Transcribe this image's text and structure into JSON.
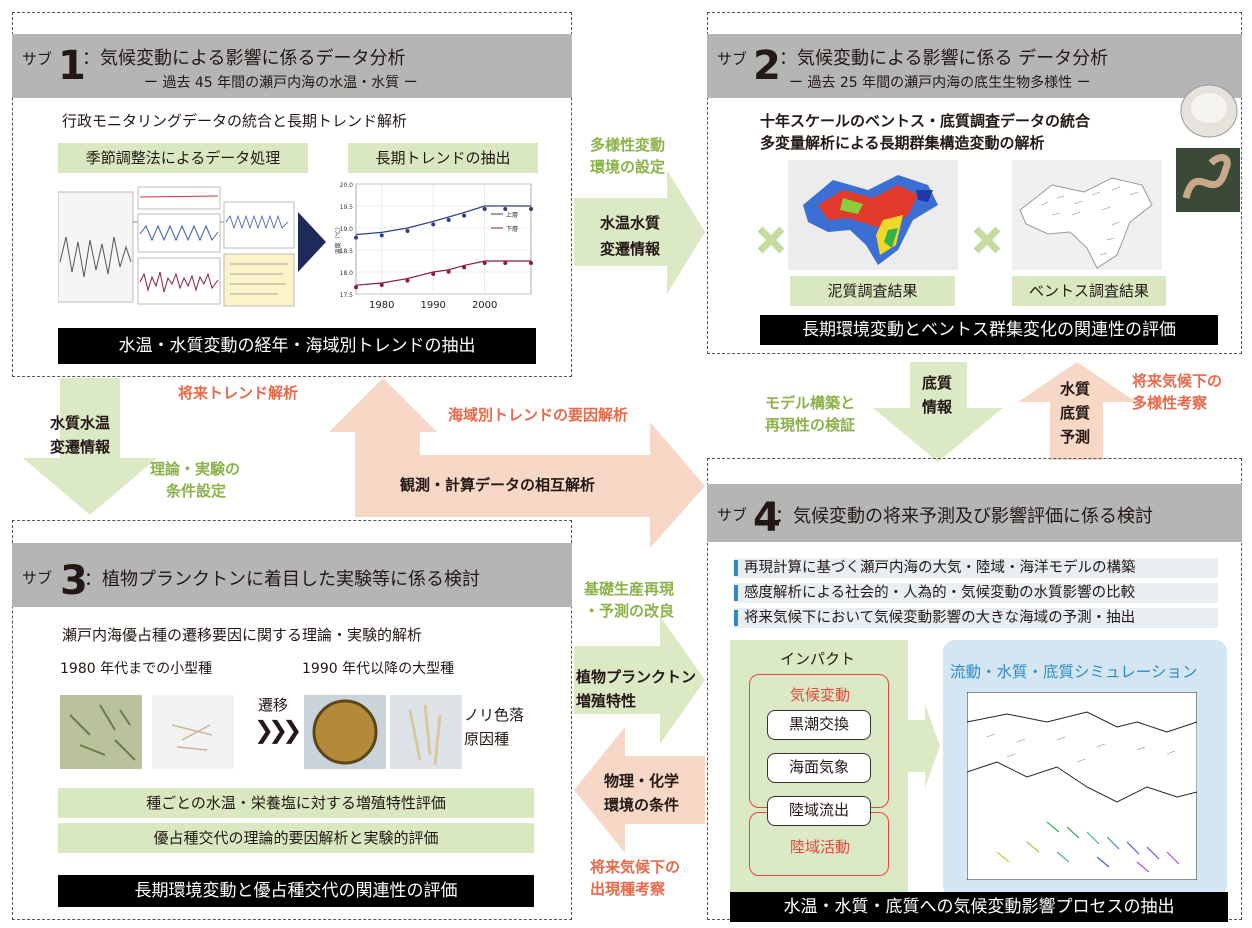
{
  "sub_prefix": "サブ",
  "sub1": {
    "num": "1",
    "title": "：気候変動による影響に係るデータ分析",
    "subtitle": "ー 過去 45 年間の瀬戸内海の水温・水質 ー",
    "heading": "行政モニタリングデータの統合と長期トレンド解析",
    "label_left": "季節調整法によるデータ処理",
    "label_right": "長期トレンドの抽出",
    "bottom": "水温・水質変動の経年・海域別トレンドの抽出"
  },
  "sub2": {
    "num": "2",
    "title": "：気候変動による影響に係る データ分析",
    "subtitle": "ー 過去 25 年間の瀬戸内海の底生生物多様性 ー",
    "heading1": "十年スケールのベントス・底質調査データの統合",
    "heading2": "多変量解析による長期群集構造変動の解析",
    "label_left": "泥質調査結果",
    "label_right": "ベントス調査結果",
    "bottom": "長期環境変動とベントス群集変化の関連性の評価"
  },
  "sub3": {
    "num": "3",
    "title": "：植物プランクトンに着目した実験等に係る検討",
    "heading": "瀬戸内海優占種の遷移要因に関する理論・実験的解析",
    "left_caption": "1980 年代までの小型種",
    "right_caption": "1990 年代以降の大型種",
    "transition": "遷移",
    "nori1": "ノリ色落",
    "nori2": "原因種",
    "bar1": "種ごとの水温・栄養塩に対する増殖特性評価",
    "bar2": "優占種交代の理論的要因解析と実験的評価",
    "bottom": "長期環境変動と優占種交代の関連性の評価"
  },
  "sub4": {
    "num": "4",
    "title": "：気候変動の将来予測及び影響評価に係る検討",
    "bullets": [
      "再現計算に基づく瀬戸内海の大気・陸域・海洋モデルの構築",
      "感度解析による社会的・人為的・気候変動の水質影響の比較",
      "将来気候下において気候変動影響の大きな海域の予測・抽出"
    ],
    "impact_title": "インパクト",
    "climate": "気候変動",
    "kuroshio": "黒潮交換",
    "sea_weather": "海面気象",
    "runoff": "陸域流出",
    "land_activity": "陸域活動",
    "sim_title": "流動・水質・底質シミュレーション",
    "bottom": "水温・水質・底質への気候変動影響プロセスの抽出"
  },
  "arrows": {
    "a12_top1": "多様性変動",
    "a12_top2": "環境の設定",
    "a12_in1": "水温水質",
    "a12_in2": "変遷情報",
    "a13_in1": "水質水温",
    "a13_in2": "変遷情報",
    "a13_side1": "理論・実験の",
    "a13_side2": "条件設定",
    "future_trend": "将来トレンド解析",
    "regional_trend": "海域別トレンドの要因解析",
    "mutual": "観測・計算データの相互解析",
    "a24_in1": "底質",
    "a24_in2": "情報",
    "a24_side1": "モデル構築と",
    "a24_side2": "再現性の検証",
    "a42_in1": "水質",
    "a42_in2": "底質",
    "a42_in3": "予測",
    "a42_side1": "将来気候下の",
    "a42_side2": "多様性考察",
    "a34_top1": "基礎生産再現",
    "a34_top2": "・予測の改良",
    "a34_in1": "植物プランクトン",
    "a34_in2": "増殖特性",
    "a43_in1": "物理・化学",
    "a43_in2": "環境の条件",
    "a43_bot1": "将来気候下の",
    "a43_bot2": "出現種考察"
  },
  "chart_data": {
    "type": "line",
    "xticks": [
      "1980",
      "1990",
      "2000"
    ],
    "yticks": [
      "17.5",
      "18.0",
      "18.5",
      "19.0",
      "19.5",
      "20.0"
    ],
    "ylabel": "温度（℃）",
    "ylim": [
      17.5,
      20.0
    ],
    "xlim": [
      1975,
      2009
    ],
    "series": [
      {
        "name": "上層",
        "x": [
          1975,
          1980,
          1985,
          1990,
          1993,
          1996,
          2000,
          2004,
          2009
        ],
        "y": [
          18.85,
          18.9,
          19.0,
          19.15,
          19.25,
          19.35,
          19.5,
          19.5,
          19.5
        ]
      },
      {
        "name": "下層",
        "x": [
          1975,
          1980,
          1985,
          1990,
          1993,
          1996,
          2000,
          2004,
          2009
        ],
        "y": [
          17.7,
          17.75,
          17.85,
          18.0,
          18.05,
          18.15,
          18.25,
          18.25,
          18.25
        ]
      }
    ],
    "colors": {
      "upper": "#2c3e85",
      "lower": "#8b1a4a"
    }
  }
}
